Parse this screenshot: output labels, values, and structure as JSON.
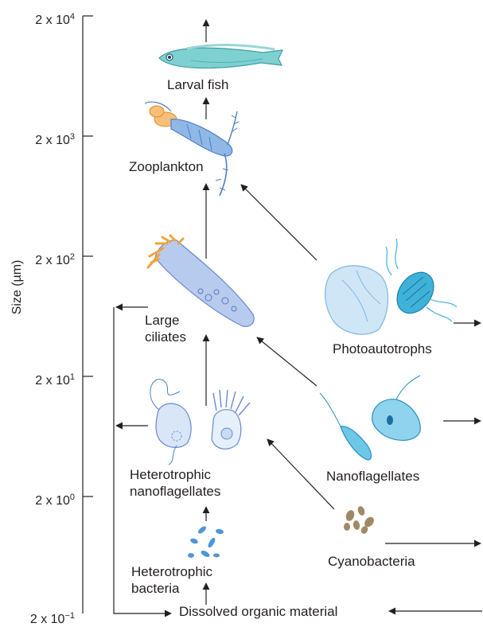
{
  "y_axis": {
    "label": "Size (µm)",
    "ticks": [
      {
        "base": "2 x 10",
        "exp": "4"
      },
      {
        "base": "2 x 10",
        "exp": "3"
      },
      {
        "base": "2 x 10",
        "exp": "2"
      },
      {
        "base": "2 x 10",
        "exp": "1"
      },
      {
        "base": "2 x 10",
        "exp": "0"
      },
      {
        "base": "2 x 10",
        "exp": "−1"
      }
    ]
  },
  "nodes": {
    "larval_fish": "Larval fish",
    "zooplankton": "Zooplankton",
    "large_ciliates_1": "Large",
    "large_ciliates_2": "ciliates",
    "photoautotrophs": "Photoautotrophs",
    "heterotrophic_nanoflagellates_1": "Heterotrophic",
    "heterotrophic_nanoflagellates_2": "nanoflagellates",
    "nanoflagellates": "Nanoflagellates",
    "heterotrophic_bacteria_1": "Heterotrophic",
    "heterotrophic_bacteria_2": "bacteria",
    "cyanobacteria": "Cyanobacteria",
    "dissolved_organic_material": "Dissolved organic material"
  },
  "colors": {
    "organism_blue": "#8fb8e6",
    "organism_light": "#cfe6f7",
    "organism_dark": "#4d7fc4",
    "fish": "#7fd0d0",
    "ciliate_cilia": "#f3a33a",
    "cyanobacteria": "#a08866",
    "arrow": "#231f20"
  }
}
